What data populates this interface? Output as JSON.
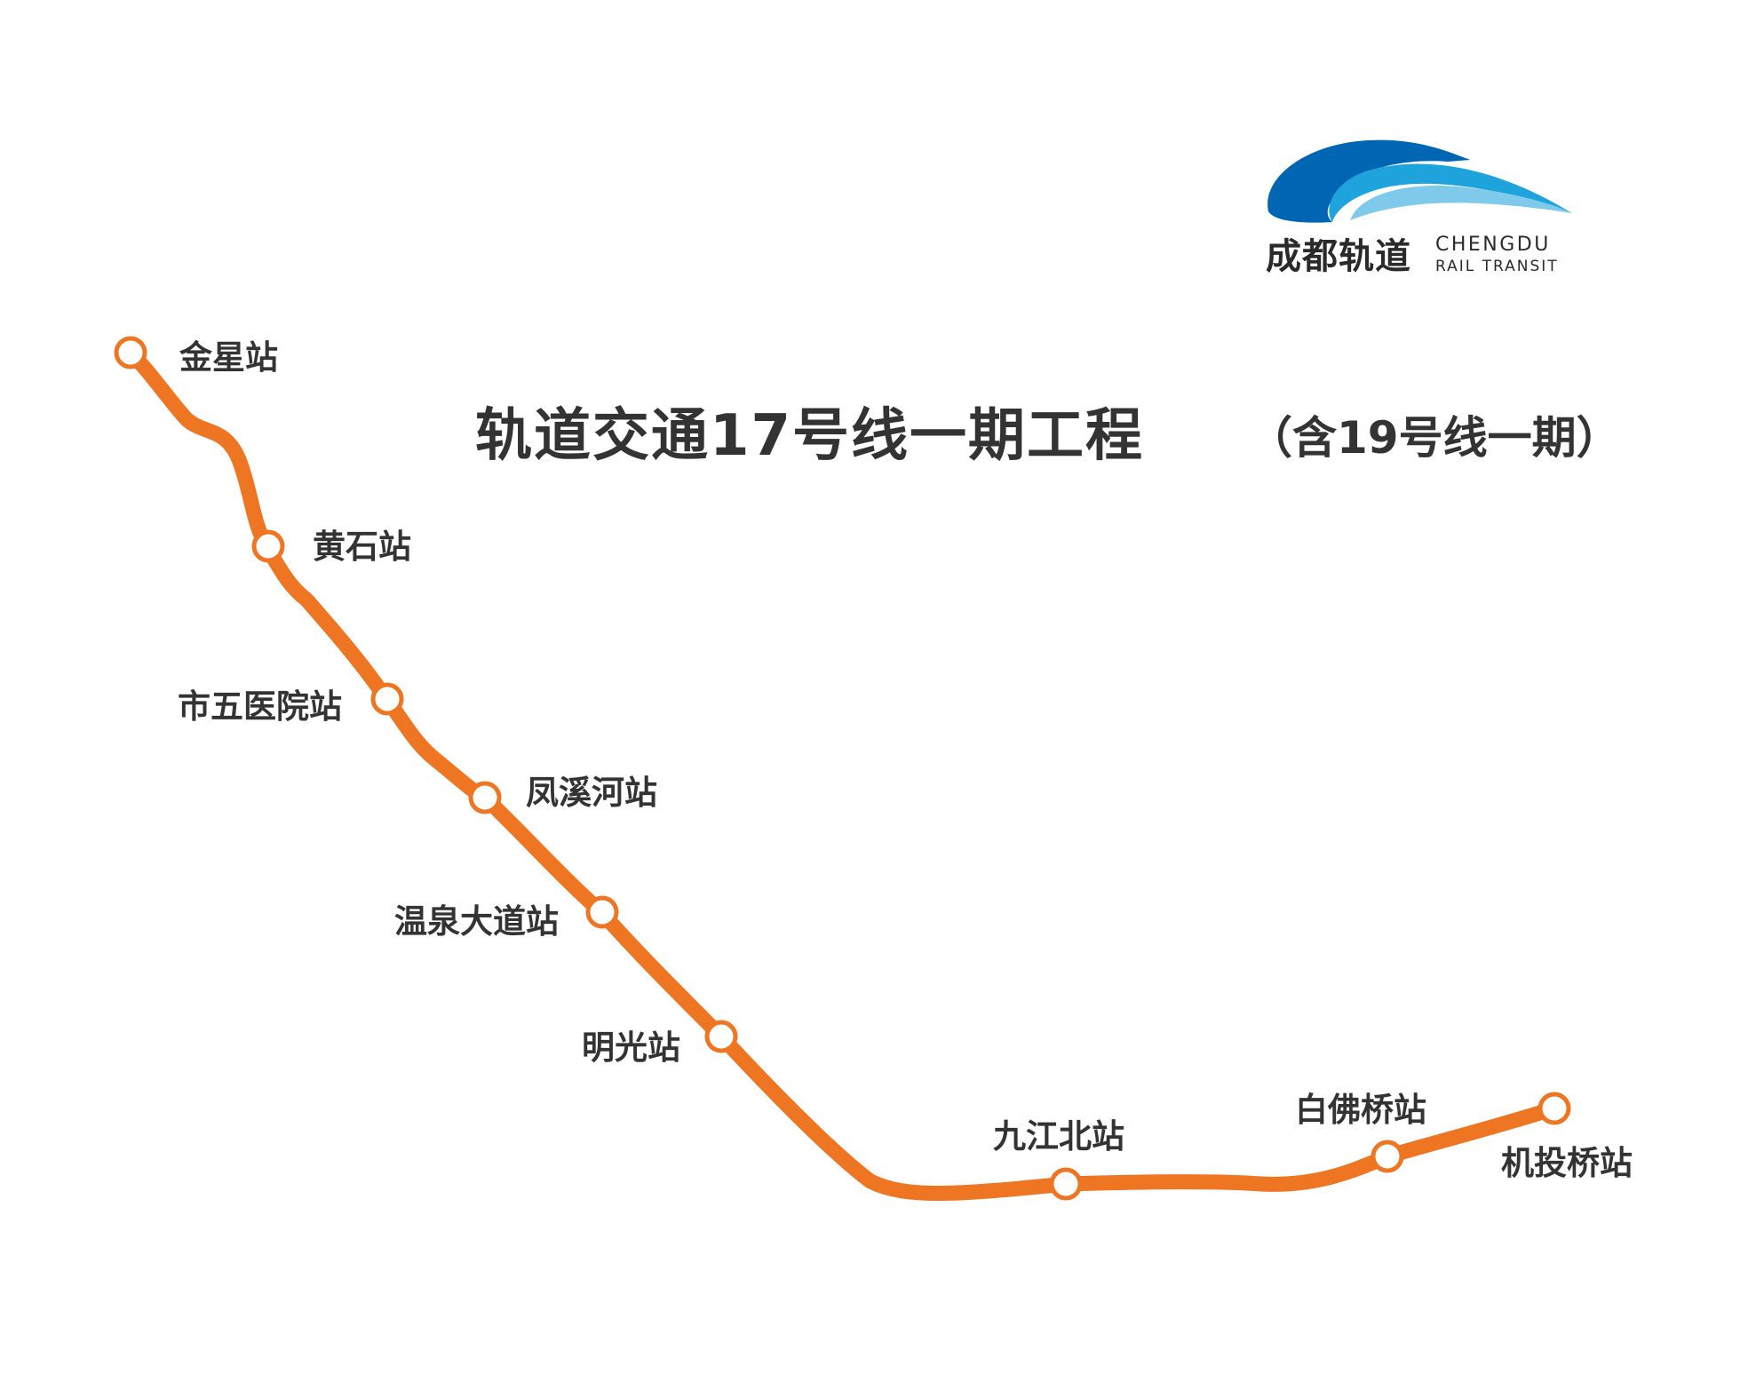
{
  "title": {
    "main": "轨道交通17号线一期工程",
    "sub": "（含19号线一期）"
  },
  "logo": {
    "name_cn": "成都轨道",
    "name_en_line1": "CHENGDU",
    "name_en_line2": "RAIL TRANSIT",
    "icon": "chengdu-rail-transit-logo"
  },
  "line": {
    "color": "#ee7623",
    "station_fill": "#ffffff",
    "stations": [
      {
        "name": "金星站"
      },
      {
        "name": "黄石站"
      },
      {
        "name": "市五医院站"
      },
      {
        "name": "凤溪河站"
      },
      {
        "name": "温泉大道站"
      },
      {
        "name": "明光站"
      },
      {
        "name": "九江北站"
      },
      {
        "name": "白佛桥站"
      },
      {
        "name": "机投桥站"
      }
    ]
  },
  "colors": {
    "text": "#333333",
    "logo_dark_blue": "#0066b3",
    "logo_light_blue": "#1fa3dc",
    "logo_pale_blue": "#7fc9ea"
  }
}
